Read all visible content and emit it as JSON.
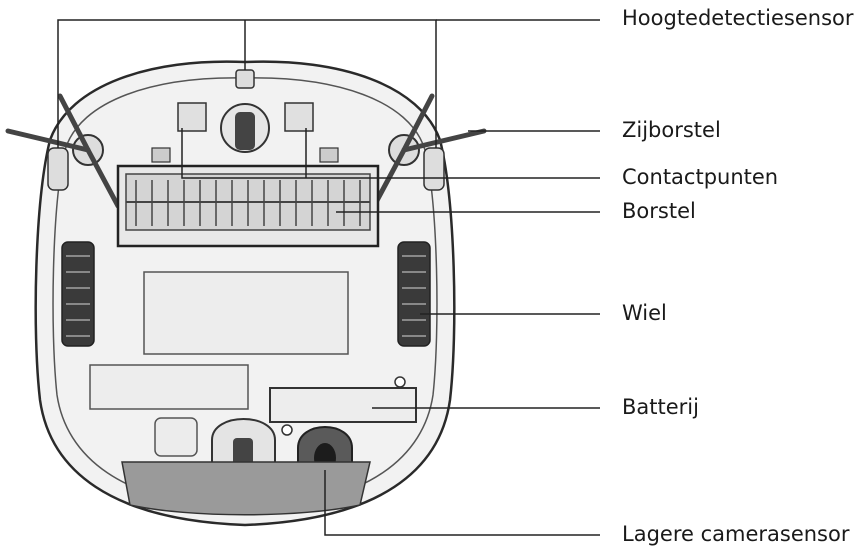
{
  "labels": {
    "height_sensor": "Hoogtedetectiesensor",
    "side_brush": "Zijborstel",
    "contact_points": "Contactpunten",
    "brush": "Borstel",
    "wheel": "Wiel",
    "battery": "Batterij",
    "lower_camera_sensor": "Lagere camerasensor"
  },
  "colors": {
    "line": "#222222",
    "body_fill": "#f2f2f2",
    "body_stroke": "#2a2a2a",
    "dark_part": "#3a3a3a"
  }
}
